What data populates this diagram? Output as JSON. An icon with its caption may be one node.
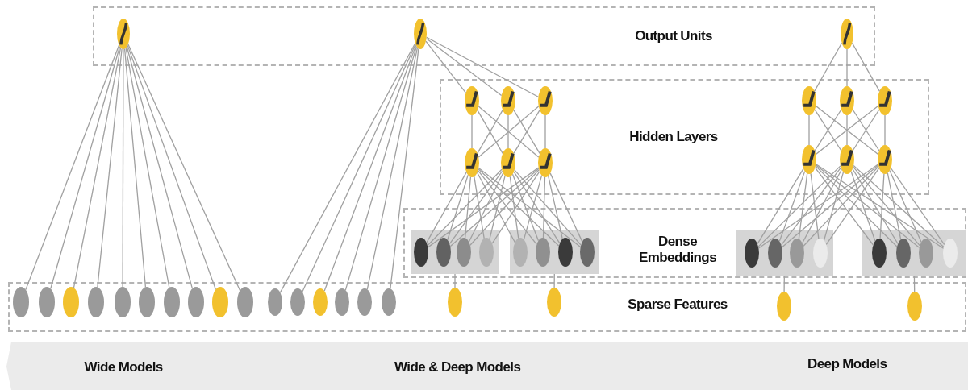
{
  "diagram": {
    "nodes": [
      {
        "text": [
          "Output Units"
        ]
      },
      {
        "text": [],
        "shape": "circle",
        "in": 0
      },
      {
        "text": [],
        "shape": "circle",
        "in": 0
      },
      {
        "text": [],
        "shape": "circle",
        "in": 0
      },
      {
        "text": [
          "Hidden Layers"
        ]
      },
      {
        "text": [],
        "shape": "circle",
        "in": 4
      },
      {
        "text": [],
        "shape": "circle",
        "in": 4
      },
      {
        "text": [],
        "shape": "circle",
        "in": 4
      },
      {
        "text": [],
        "shape": "circle",
        "in": 4
      },
      {
        "text": [],
        "shape": "circle",
        "in": 4
      },
      {
        "text": [],
        "shape": "circle",
        "in": 4
      },
      {
        "text": [],
        "shape": "circle",
        "in": 4
      },
      {
        "text": [],
        "shape": "circle",
        "in": 4
      },
      {
        "text": [],
        "shape": "circle",
        "in": 4
      },
      {
        "text": [],
        "shape": "circle",
        "in": 4
      },
      {
        "text": [],
        "shape": "circle",
        "in": 4
      },
      {
        "text": [],
        "shape": "circle",
        "in": 4
      },
      {
        "text": [
          "Dense Embeddings"
        ]
      },
      {
        "text": [],
        "shape": "box",
        "in": 17
      },
      {
        "text": [],
        "shape": "box",
        "in": 17
      },
      {
        "text": [],
        "shape": "box",
        "in": 17
      },
      {
        "text": [],
        "shape": "box",
        "in": 17
      },
      {
        "text": [],
        "shape": "circle",
        "in": 18
      },
      {
        "text": [],
        "shape": "circle",
        "in": 18
      },
      {
        "text": [],
        "shape": "circle",
        "in": 18
      },
      {
        "text": [],
        "shape": "circle",
        "in": 18
      },
      {
        "text": [],
        "shape": "circle",
        "in": 19
      },
      {
        "text": [],
        "shape": "circle",
        "in": 19
      },
      {
        "text": [],
        "shape": "circle",
        "in": 19
      },
      {
        "text": [],
        "shape": "circle",
        "in": 19
      },
      {
        "text": [],
        "shape": "circle",
        "in": 20
      },
      {
        "text": [],
        "shape": "circle",
        "in": 20
      },
      {
        "text": [],
        "shape": "circle",
        "in": 20
      },
      {
        "text": [],
        "shape": "circle",
        "in": 20
      },
      {
        "text": [],
        "shape": "circle",
        "in": 21
      },
      {
        "text": [],
        "shape": "circle",
        "in": 21
      },
      {
        "text": [],
        "shape": "circle",
        "in": 21
      },
      {
        "text": [],
        "shape": "circle",
        "in": 21
      },
      {
        "text": [
          "Sparse Features"
        ]
      },
      {
        "text": [],
        "shape": "circle",
        "in": 38
      },
      {
        "text": [],
        "shape": "circle",
        "in": 38
      },
      {
        "text": [],
        "shape": "circle",
        "in": 38
      },
      {
        "text": [],
        "shape": "circle",
        "in": 38
      },
      {
        "text": [],
        "shape": "circle",
        "in": 38
      },
      {
        "text": [],
        "shape": "circle",
        "in": 38
      },
      {
        "text": [],
        "shape": "circle",
        "in": 38
      },
      {
        "text": [],
        "shape": "circle",
        "in": 38
      },
      {
        "text": [],
        "shape": "circle",
        "in": 38
      },
      {
        "text": [],
        "shape": "circle",
        "in": 38
      },
      {
        "text": [],
        "shape": "circle",
        "in": 38
      },
      {
        "text": [],
        "shape": "circle",
        "in": 38
      },
      {
        "text": [],
        "shape": "circle",
        "in": 38
      },
      {
        "text": [],
        "shape": "circle",
        "in": 38
      },
      {
        "text": [],
        "shape": "circle",
        "in": 38
      },
      {
        "text": [],
        "shape": "circle",
        "in": 38
      },
      {
        "text": [],
        "shape": "circle",
        "in": 38
      },
      {
        "text": [],
        "shape": "circle",
        "in": 38
      },
      {
        "text": [],
        "shape": "circle",
        "in": 38
      },
      {
        "text": [],
        "shape": "circle",
        "in": 38
      }
    ],
    "edges": [
      {
        "from": 1,
        "to": 39,
        "arrow": "none"
      },
      {
        "from": 1,
        "to": 40,
        "arrow": "none"
      },
      {
        "from": 1,
        "to": 41,
        "arrow": "none"
      },
      {
        "from": 1,
        "to": 42,
        "arrow": "none"
      },
      {
        "from": 1,
        "to": 43,
        "arrow": "none"
      },
      {
        "from": 1,
        "to": 44,
        "arrow": "none"
      },
      {
        "from": 1,
        "to": 45,
        "arrow": "none"
      },
      {
        "from": 1,
        "to": 46,
        "arrow": "none"
      },
      {
        "from": 1,
        "to": 47,
        "arrow": "none"
      },
      {
        "from": 1,
        "to": 48,
        "arrow": "none"
      },
      {
        "from": 2,
        "to": 49,
        "arrow": "none"
      },
      {
        "from": 2,
        "to": 50,
        "arrow": "none"
      },
      {
        "from": 2,
        "to": 51,
        "arrow": "none"
      },
      {
        "from": 2,
        "to": 52,
        "arrow": "none"
      },
      {
        "from": 2,
        "to": 53,
        "arrow": "none"
      },
      {
        "from": 2,
        "to": 54,
        "arrow": "none"
      },
      {
        "from": 2,
        "to": 5,
        "arrow": "none"
      },
      {
        "from": 2,
        "to": 6,
        "arrow": "none"
      },
      {
        "from": 2,
        "to": 7,
        "arrow": "none"
      },
      {
        "from": 5,
        "to": 11,
        "arrow": "none"
      },
      {
        "from": 5,
        "to": 12,
        "arrow": "none"
      },
      {
        "from": 5,
        "to": 13,
        "arrow": "none"
      },
      {
        "from": 6,
        "to": 11,
        "arrow": "none"
      },
      {
        "from": 6,
        "to": 12,
        "arrow": "none"
      },
      {
        "from": 6,
        "to": 13,
        "arrow": "none"
      },
      {
        "from": 7,
        "to": 11,
        "arrow": "none"
      },
      {
        "from": 7,
        "to": 12,
        "arrow": "none"
      },
      {
        "from": 7,
        "to": 13,
        "arrow": "none"
      },
      {
        "from": 11,
        "to": 22,
        "arrow": "none"
      },
      {
        "from": 11,
        "to": 23,
        "arrow": "none"
      },
      {
        "from": 11,
        "to": 24,
        "arrow": "none"
      },
      {
        "from": 11,
        "to": 25,
        "arrow": "none"
      },
      {
        "from": 11,
        "to": 26,
        "arrow": "none"
      },
      {
        "from": 11,
        "to": 27,
        "arrow": "none"
      },
      {
        "from": 11,
        "to": 28,
        "arrow": "none"
      },
      {
        "from": 11,
        "to": 29,
        "arrow": "none"
      },
      {
        "from": 12,
        "to": 22,
        "arrow": "none"
      },
      {
        "from": 12,
        "to": 23,
        "arrow": "none"
      },
      {
        "from": 12,
        "to": 24,
        "arrow": "none"
      },
      {
        "from": 12,
        "to": 25,
        "arrow": "none"
      },
      {
        "from": 12,
        "to": 26,
        "arrow": "none"
      },
      {
        "from": 12,
        "to": 27,
        "arrow": "none"
      },
      {
        "from": 12,
        "to": 28,
        "arrow": "none"
      },
      {
        "from": 12,
        "to": 29,
        "arrow": "none"
      },
      {
        "from": 13,
        "to": 22,
        "arrow": "none"
      },
      {
        "from": 13,
        "to": 23,
        "arrow": "none"
      },
      {
        "from": 13,
        "to": 24,
        "arrow": "none"
      },
      {
        "from": 13,
        "to": 25,
        "arrow": "none"
      },
      {
        "from": 13,
        "to": 26,
        "arrow": "none"
      },
      {
        "from": 13,
        "to": 27,
        "arrow": "none"
      },
      {
        "from": 13,
        "to": 28,
        "arrow": "none"
      },
      {
        "from": 13,
        "to": 29,
        "arrow": "none"
      },
      {
        "from": 18,
        "to": 55,
        "arrow": "none"
      },
      {
        "from": 19,
        "to": 56,
        "arrow": "none"
      },
      {
        "from": 3,
        "to": 8,
        "arrow": "none"
      },
      {
        "from": 3,
        "to": 9,
        "arrow": "none"
      },
      {
        "from": 3,
        "to": 10,
        "arrow": "none"
      },
      {
        "from": 8,
        "to": 14,
        "arrow": "none"
      },
      {
        "from": 8,
        "to": 15,
        "arrow": "none"
      },
      {
        "from": 8,
        "to": 16,
        "arrow": "none"
      },
      {
        "from": 9,
        "to": 14,
        "arrow": "none"
      },
      {
        "from": 9,
        "to": 15,
        "arrow": "none"
      },
      {
        "from": 9,
        "to": 16,
        "arrow": "none"
      },
      {
        "from": 10,
        "to": 14,
        "arrow": "none"
      },
      {
        "from": 10,
        "to": 15,
        "arrow": "none"
      },
      {
        "from": 10,
        "to": 16,
        "arrow": "none"
      },
      {
        "from": 14,
        "to": 30,
        "arrow": "none"
      },
      {
        "from": 14,
        "to": 31,
        "arrow": "none"
      },
      {
        "from": 14,
        "to": 32,
        "arrow": "none"
      },
      {
        "from": 14,
        "to": 33,
        "arrow": "none"
      },
      {
        "from": 14,
        "to": 34,
        "arrow": "none"
      },
      {
        "from": 14,
        "to": 35,
        "arrow": "none"
      },
      {
        "from": 14,
        "to": 36,
        "arrow": "none"
      },
      {
        "from": 14,
        "to": 37,
        "arrow": "none"
      },
      {
        "from": 15,
        "to": 30,
        "arrow": "none"
      },
      {
        "from": 15,
        "to": 31,
        "arrow": "none"
      },
      {
        "from": 15,
        "to": 32,
        "arrow": "none"
      },
      {
        "from": 15,
        "to": 33,
        "arrow": "none"
      },
      {
        "from": 15,
        "to": 34,
        "arrow": "none"
      },
      {
        "from": 15,
        "to": 35,
        "arrow": "none"
      },
      {
        "from": 15,
        "to": 36,
        "arrow": "none"
      },
      {
        "from": 15,
        "to": 37,
        "arrow": "none"
      },
      {
        "from": 16,
        "to": 30,
        "arrow": "none"
      },
      {
        "from": 16,
        "to": 31,
        "arrow": "none"
      },
      {
        "from": 16,
        "to": 32,
        "arrow": "none"
      },
      {
        "from": 16,
        "to": 33,
        "arrow": "none"
      },
      {
        "from": 16,
        "to": 34,
        "arrow": "none"
      },
      {
        "from": 16,
        "to": 35,
        "arrow": "none"
      },
      {
        "from": 16,
        "to": 36,
        "arrow": "none"
      },
      {
        "from": 16,
        "to": 37,
        "arrow": "none"
      },
      {
        "from": 20,
        "to": 57,
        "arrow": "none"
      },
      {
        "from": 21,
        "to": 58,
        "arrow": "none"
      }
    ],
    "labels": [
      "Wide Models",
      "Wide & Deep Models",
      "Deep Models"
    ]
  }
}
